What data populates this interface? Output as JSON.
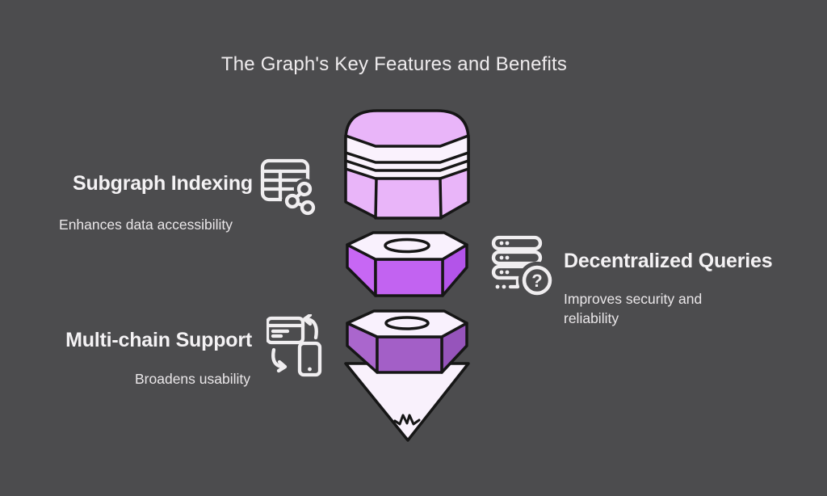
{
  "title": "The Graph's Key Features and Benefits",
  "features": [
    {
      "label": "Subgraph Indexing",
      "description": "Enhances data accessibility",
      "icon": "table-share-icon",
      "side": "left"
    },
    {
      "label": "Decentralized Queries",
      "description": "Improves security and reliability",
      "icon": "server-question-icon",
      "side": "right"
    },
    {
      "label": "Multi-chain Support",
      "description": "Broadens usability",
      "icon": "device-swap-icon",
      "side": "left"
    }
  ],
  "icons": {
    "question_mark": "?"
  },
  "funnel": {
    "outline_color": "#161616",
    "top_cap": {
      "fill": "#e9b5f9",
      "stripe_fill": "#faf2fd"
    },
    "middle_nut": {
      "top_fill": "#f9f1fd",
      "left_fill": "#c767f4",
      "front_fill": "#c263f1",
      "right_fill": "#b354e9"
    },
    "bottom_nut": {
      "top_fill": "#f9f1fd",
      "left_fill": "#aa66cd",
      "front_fill": "#a35fc7",
      "right_fill": "#9654bb"
    },
    "cone": {
      "fill": "#f9f1fc"
    }
  },
  "colors": {
    "background": "#4c4c4e",
    "heading_text": "#f4f2f4",
    "body_text": "#eae7e9",
    "icon_stroke": "#f0eef0"
  }
}
